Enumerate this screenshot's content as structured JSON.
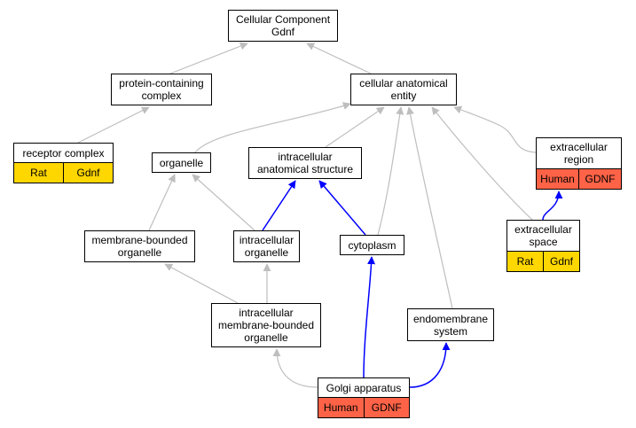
{
  "colors": {
    "grey_edge": "#bebebe",
    "blue_edge": "#0000ff",
    "rat_annotation": "#ffd700",
    "human_annotation": "#ff6347"
  },
  "nodes": {
    "cellular_component": {
      "label": "Cellular Component\nGdnf"
    },
    "protein_containing_complex": {
      "label": "protein-containing\ncomplex"
    },
    "cellular_anatomical_entity": {
      "label": "cellular anatomical\nentity"
    },
    "receptor_complex": {
      "label": "receptor complex",
      "annotation": [
        "Rat",
        "Gdnf"
      ]
    },
    "organelle": {
      "label": "organelle"
    },
    "intracellular_anatomical_structure": {
      "label": "intracellular\nanatomical structure"
    },
    "extracellular_region": {
      "label": "extracellular\nregion",
      "annotation": [
        "Human",
        "GDNF"
      ]
    },
    "membrane_bounded_organelle": {
      "label": "membrane-bounded\norganelle"
    },
    "intracellular_organelle": {
      "label": "intracellular\norganelle"
    },
    "cytoplasm": {
      "label": "cytoplasm"
    },
    "extracellular_space": {
      "label": "extracellular\nspace",
      "annotation": [
        "Rat",
        "Gdnf"
      ]
    },
    "intracellular_membrane_bounded_organelle": {
      "label": "intracellular\nmembrane-bounded\norganelle"
    },
    "endomembrane_system": {
      "label": "endomembrane\nsystem"
    },
    "golgi_apparatus": {
      "label": "Golgi apparatus",
      "annotation": [
        "Human",
        "GDNF"
      ]
    }
  },
  "edges": [
    {
      "from": "protein_containing_complex",
      "to": "cellular_component",
      "style": "grey"
    },
    {
      "from": "cellular_anatomical_entity",
      "to": "cellular_component",
      "style": "grey"
    },
    {
      "from": "receptor_complex",
      "to": "protein_containing_complex",
      "style": "grey"
    },
    {
      "from": "organelle",
      "to": "cellular_anatomical_entity",
      "style": "grey"
    },
    {
      "from": "intracellular_anatomical_structure",
      "to": "cellular_anatomical_entity",
      "style": "grey"
    },
    {
      "from": "cytoplasm",
      "to": "cellular_anatomical_entity",
      "style": "grey"
    },
    {
      "from": "endomembrane_system",
      "to": "cellular_anatomical_entity",
      "style": "grey"
    },
    {
      "from": "extracellular_space",
      "to": "cellular_anatomical_entity",
      "style": "grey"
    },
    {
      "from": "extracellular_region",
      "to": "cellular_anatomical_entity",
      "style": "grey"
    },
    {
      "from": "membrane_bounded_organelle",
      "to": "organelle",
      "style": "grey"
    },
    {
      "from": "intracellular_organelle",
      "to": "organelle",
      "style": "grey"
    },
    {
      "from": "intracellular_organelle",
      "to": "intracellular_anatomical_structure",
      "style": "blue"
    },
    {
      "from": "cytoplasm",
      "to": "intracellular_anatomical_structure",
      "style": "blue"
    },
    {
      "from": "extracellular_space",
      "to": "extracellular_region",
      "style": "blue"
    },
    {
      "from": "intracellular_membrane_bounded_organelle",
      "to": "membrane_bounded_organelle",
      "style": "grey"
    },
    {
      "from": "intracellular_membrane_bounded_organelle",
      "to": "intracellular_organelle",
      "style": "grey"
    },
    {
      "from": "golgi_apparatus",
      "to": "intracellular_membrane_bounded_organelle",
      "style": "grey"
    },
    {
      "from": "golgi_apparatus",
      "to": "cytoplasm",
      "style": "blue"
    },
    {
      "from": "golgi_apparatus",
      "to": "endomembrane_system",
      "style": "blue"
    }
  ]
}
